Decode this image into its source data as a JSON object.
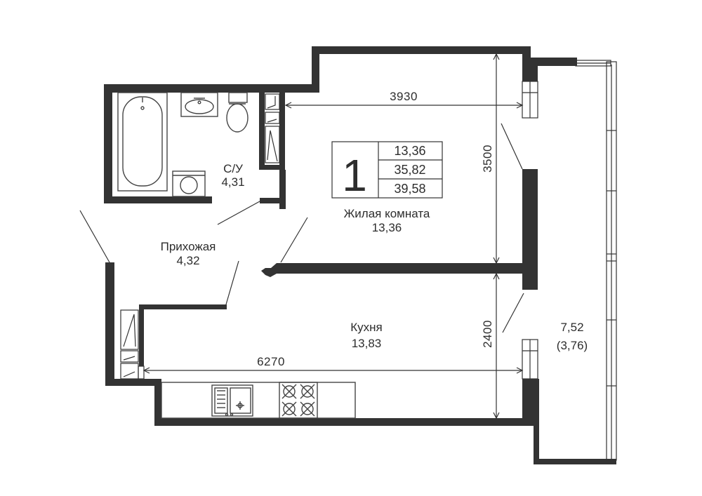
{
  "plan": {
    "rooms_count": "1",
    "areas": [
      "13,36",
      "35,82",
      "39,58"
    ],
    "rooms": {
      "bathroom": {
        "name": "С/У",
        "area": "4,31"
      },
      "hallway": {
        "name": "Прихожая",
        "area": "4,32"
      },
      "living_room": {
        "name": "Жилая комната",
        "area": "13,36"
      },
      "kitchen": {
        "name": "Кухня",
        "area": "13,83"
      },
      "balcony": {
        "area": "7,52",
        "area_reduced": "(3,76)"
      }
    },
    "dimensions": {
      "living_width": "3930",
      "living_depth": "3500",
      "kitchen_depth": "2400",
      "kitchen_width": "6270"
    },
    "colors": {
      "wall": "#333333",
      "line": "#333333",
      "background": "#ffffff"
    }
  }
}
